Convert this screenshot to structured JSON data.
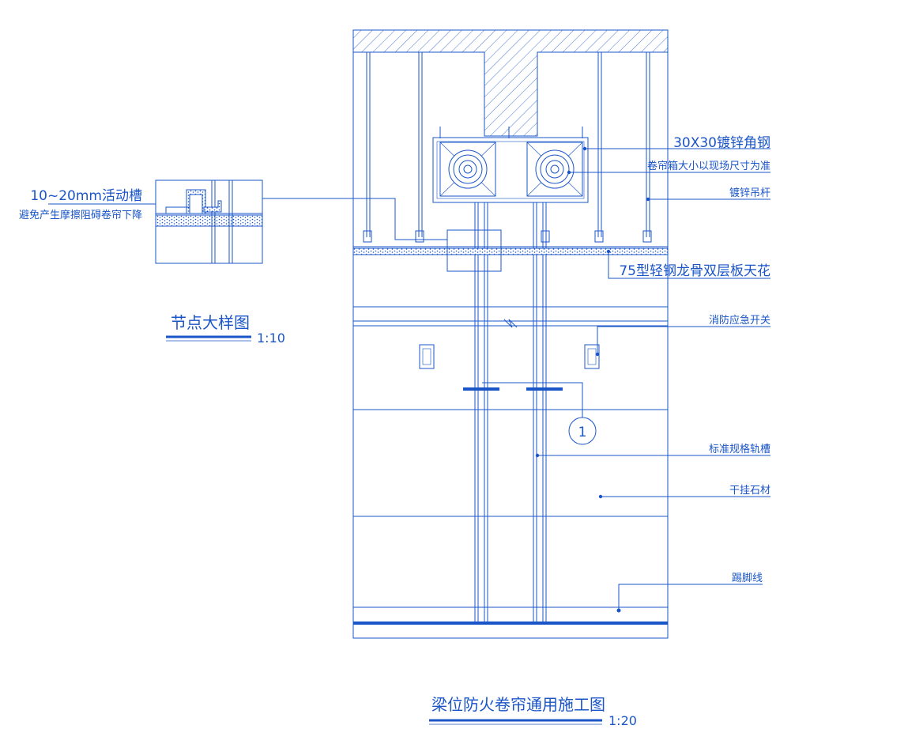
{
  "colors": {
    "line": "#1a55c8",
    "bg": "#ffffff"
  },
  "labels": {
    "angle_steel": "30X30镀锌角钢",
    "box_size": "卷帘箱大小以现场尺寸为准",
    "hanger_rod": "镀锌吊杆",
    "ceiling": "75型轻钢龙骨双层板天花",
    "fire_switch": "消防应急开关",
    "guide_rail": "标准规格轨槽",
    "dry_stone": "干挂石材",
    "skirting": "踢脚线",
    "slot_size": "10~20mm活动槽",
    "slot_note": "避免产生摩擦阻碍卷帘下降",
    "callout_number": "1"
  },
  "detail": {
    "title": "节点大样图",
    "scale": "1:10"
  },
  "drawing": {
    "title": "梁位防火卷帘通用施工图",
    "scale": "1:20"
  }
}
